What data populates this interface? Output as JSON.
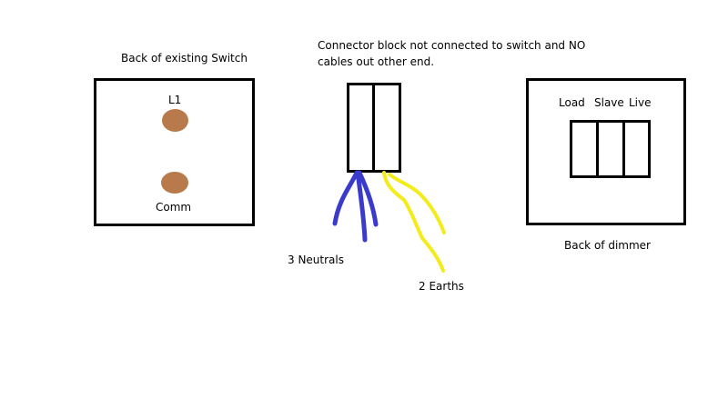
{
  "switch": {
    "caption": "Back of existing Switch",
    "terminal_top": "L1",
    "terminal_bottom": "Comm"
  },
  "connector": {
    "caption_line1": "Connector block not connected to switch and NO",
    "caption_line2": "cables out other end.",
    "neutrals_label": "3 Neutrals",
    "earths_label": "2 Earths"
  },
  "dimmer": {
    "caption": "Back of dimmer",
    "terminals": [
      "Load",
      "Slave",
      "Live"
    ]
  },
  "colors": {
    "terminal": "#b87a4b",
    "neutral_wire": "#3a3acb",
    "earth_wire": "#f3ec1a",
    "outline": "#000000"
  }
}
